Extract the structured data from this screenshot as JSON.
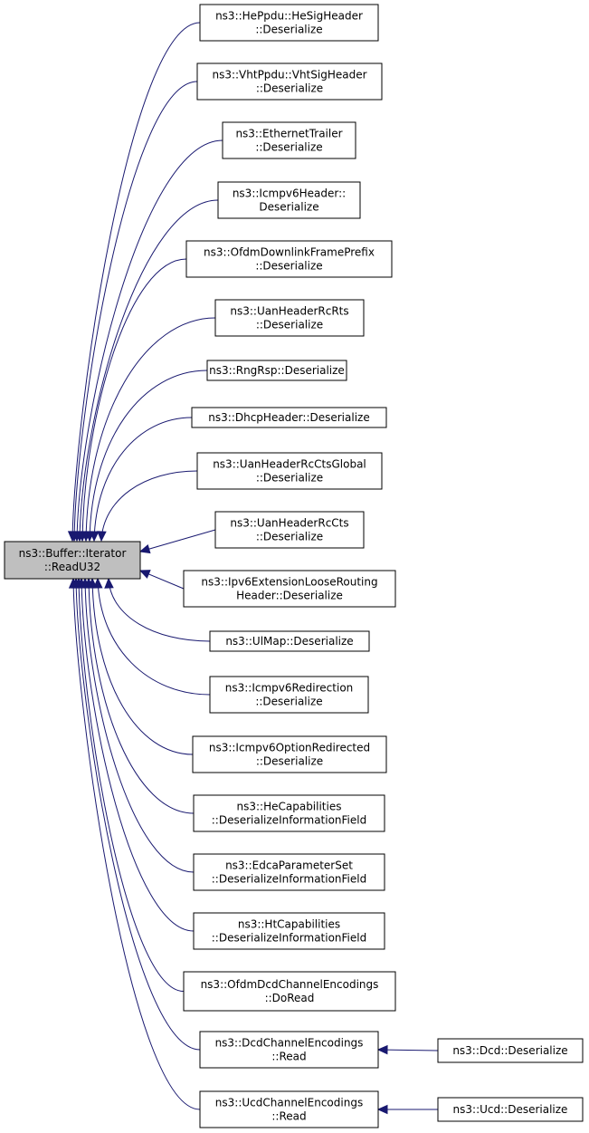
{
  "root": {
    "id": "root",
    "lines": [
      "ns3::Buffer::Iterator",
      "::ReadU32"
    ]
  },
  "callers": [
    {
      "id": "n1",
      "lines": [
        "ns3::HePpdu::HeSigHeader",
        "::Deserialize"
      ]
    },
    {
      "id": "n2",
      "lines": [
        "ns3::VhtPpdu::VhtSigHeader",
        "::Deserialize"
      ]
    },
    {
      "id": "n3",
      "lines": [
        "ns3::EthernetTrailer",
        "::Deserialize"
      ]
    },
    {
      "id": "n4",
      "lines": [
        "ns3::Icmpv6Header::",
        "Deserialize"
      ]
    },
    {
      "id": "n5",
      "lines": [
        "ns3::OfdmDownlinkFramePrefix",
        "::Deserialize"
      ]
    },
    {
      "id": "n6",
      "lines": [
        "ns3::UanHeaderRcRts",
        "::Deserialize"
      ]
    },
    {
      "id": "n7",
      "lines": [
        "ns3::RngRsp::Deserialize"
      ]
    },
    {
      "id": "n8",
      "lines": [
        "ns3::DhcpHeader::Deserialize"
      ]
    },
    {
      "id": "n9",
      "lines": [
        "ns3::UanHeaderRcCtsGlobal",
        "::Deserialize"
      ]
    },
    {
      "id": "n10",
      "lines": [
        "ns3::UanHeaderRcCts",
        "::Deserialize"
      ]
    },
    {
      "id": "n11",
      "lines": [
        "ns3::Ipv6ExtensionLooseRouting",
        "Header::Deserialize"
      ]
    },
    {
      "id": "n12",
      "lines": [
        "ns3::UlMap::Deserialize"
      ]
    },
    {
      "id": "n13",
      "lines": [
        "ns3::Icmpv6Redirection",
        "::Deserialize"
      ]
    },
    {
      "id": "n14",
      "lines": [
        "ns3::Icmpv6OptionRedirected",
        "::Deserialize"
      ]
    },
    {
      "id": "n15",
      "lines": [
        "ns3::HeCapabilities",
        "::DeserializeInformationField"
      ]
    },
    {
      "id": "n16",
      "lines": [
        "ns3::EdcaParameterSet",
        "::DeserializeInformationField"
      ]
    },
    {
      "id": "n17",
      "lines": [
        "ns3::HtCapabilities",
        "::DeserializeInformationField"
      ]
    },
    {
      "id": "n18",
      "lines": [
        "ns3::OfdmDcdChannelEncodings",
        "::DoRead"
      ]
    },
    {
      "id": "n19",
      "lines": [
        "ns3::DcdChannelEncodings",
        "::Read"
      ]
    },
    {
      "id": "n20",
      "lines": [
        "ns3::UcdChannelEncodings",
        "::Read"
      ]
    }
  ],
  "second_level": [
    {
      "id": "n21",
      "lines": [
        "ns3::Dcd::Deserialize"
      ],
      "calls": "n19"
    },
    {
      "id": "n22",
      "lines": [
        "ns3::Ucd::Deserialize"
      ],
      "calls": "n20"
    }
  ],
  "colors": {
    "edge": "#191970",
    "root_fill": "#bfbfbf",
    "node_fill": "#ffffff",
    "border": "#000000"
  }
}
